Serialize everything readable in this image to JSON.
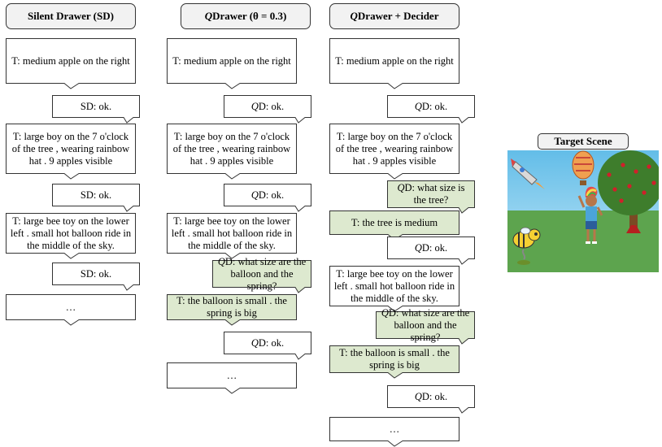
{
  "columns": [
    {
      "title_prefix": "",
      "title_rest": "Silent Drawer (SD)"
    },
    {
      "title_prefix": "Q",
      "title_rest": "Drawer (θ = 0.3)"
    },
    {
      "title_prefix": "Q",
      "title_rest": "Drawer + Decider"
    }
  ],
  "col1": {
    "t1": "T: medium apple on the right",
    "a1": "SD: ok.",
    "t2": "T: large boy on the 7 o'clock of the tree , wearing rainbow hat . 9 apples visible",
    "a2": "SD: ok.",
    "t3": "T: large bee toy on the lower left . small hot balloon ride in the middle of the sky.",
    "a3": "SD: ok.",
    "end": "…"
  },
  "col2": {
    "t1": "T: medium apple on the right",
    "a1": "D: ok.",
    "t2": "T: large boy on the 7 o'clock of the tree , wearing rainbow hat . 9 apples visible",
    "a2": "D: ok.",
    "t3": "T: large bee toy on the lower left . small hot balloon ride in the middle of the sky.",
    "q1": "D: what size are the balloon and the spring?",
    "r1": "T: the balloon is small . the spring is big",
    "a3": "D: ok.",
    "end": "…"
  },
  "col3": {
    "t1": "T: medium apple on the right",
    "a1": "D: ok.",
    "t2": "T: large boy on the 7 o'clock of the tree , wearing rainbow hat . 9 apples visible",
    "q1": "D: what size is the tree?",
    "r1": "T: the tree is medium",
    "a2": "D: ok.",
    "t3": "T: large bee toy on the lower left . small hot balloon ride in the middle of the sky.",
    "q2": "D: what size are the balloon and the spring?",
    "r2": "T: the balloon is small . the spring is big",
    "a3": "D: ok.",
    "end": "…"
  },
  "q_prefix": "Q",
  "scene": {
    "title": "Target Scene"
  },
  "colors": {
    "green": "#dde9cf",
    "white": "#ffffff",
    "border": "#333333",
    "header_bg": "#f2f2f2"
  }
}
